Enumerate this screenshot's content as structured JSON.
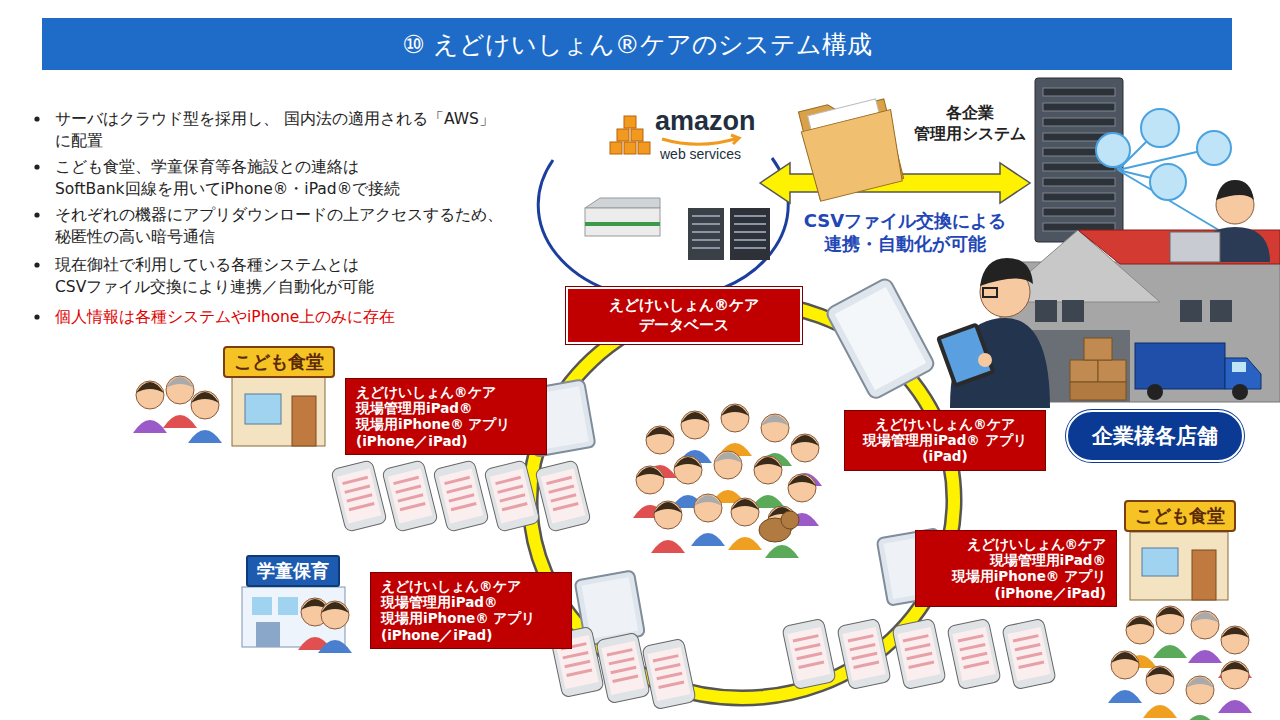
{
  "diagram": {
    "title": "⑩ えどけいしょん®ケアのシステム構成",
    "nodes": [
      {
        "text": [
          "えどけいしょん®ケア データベース"
        ]
      },
      {
        "text": [
          "こども食堂"
        ]
      },
      {
        "text": [
          "えどけいしょん®ケア 現場管理用iPad® 現場用iPhone® アプリ(iPhone／iPad)"
        ]
      },
      {
        "text": [
          "えどけいしょん®ケア 現場管理用iPad® アプリ(iPad)"
        ]
      },
      {
        "text": [
          "企業様各店舗"
        ]
      },
      {
        "text": [
          "こども食堂"
        ]
      },
      {
        "text": [
          "えどけいしょん®ケア 現場管理用iPad® 現場用iPhone® アプリ(iPhone／iPad)"
        ]
      },
      {
        "text": [
          "学童保育"
        ]
      },
      {
        "text": [
          "えどけいしょん®ケア 現場管理用iPad® 現場用iPhone® アプリ(iPhone／iPad)"
        ]
      }
    ],
    "labels": [
      "サーバはクラウド型を採用し、 国内法の適用される「AWS」に配置",
      "こども食堂、学童保育等各施設との連絡は SoftBank回線を用いてiPhone®・iPad®で接続",
      "それぞれの機器にアプリダウンロードの上アクセスするため、 秘匿性の高い暗号通信",
      "現在御社で利用している各種システムとは CSVファイル交換により連携／自動化が可能",
      "個人情報は各種システムやiPhone上のみに存在",
      "amazon",
      "web services",
      "各企業 管理用システム",
      "CSVファイル交換による 連携・自動化が可能"
    ]
  }
}
